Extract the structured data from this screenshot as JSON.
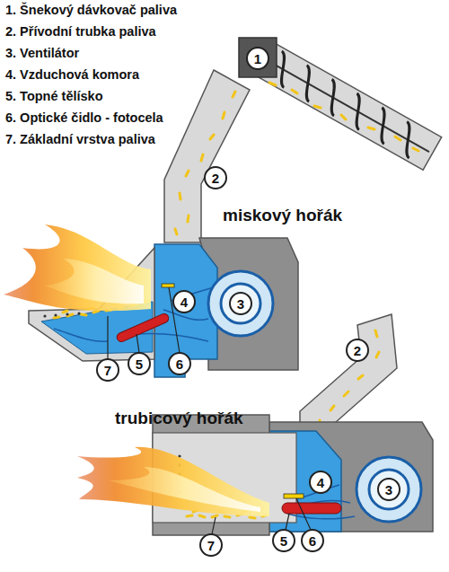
{
  "diagram": {
    "nodes": [
      {
        "text": [
          "1"
        ]
      },
      {
        "text": [
          "2"
        ]
      },
      {
        "text": [
          "4"
        ]
      },
      {
        "text": [
          "3"
        ]
      },
      {
        "text": [
          "7"
        ]
      },
      {
        "text": [
          "5"
        ]
      },
      {
        "text": [
          "6"
        ]
      },
      {
        "text": [
          "2"
        ]
      },
      {
        "text": [
          "4"
        ]
      },
      {
        "text": [
          "3"
        ]
      },
      {
        "text": [
          "7"
        ]
      },
      {
        "text": [
          "5"
        ]
      },
      {
        "text": [
          "6"
        ]
      }
    ],
    "labels": [
      "1. Šnekový dávkovač paliva",
      "2. Přívodní trubka paliva",
      "3. Ventilátor",
      "4. Vzduchová komora",
      "5. Topné tělísko",
      "6. Optické čidlo - fotocela",
      "7. Základní vrstva paliva",
      "miskový hořák",
      "trubicový hořák"
    ]
  }
}
